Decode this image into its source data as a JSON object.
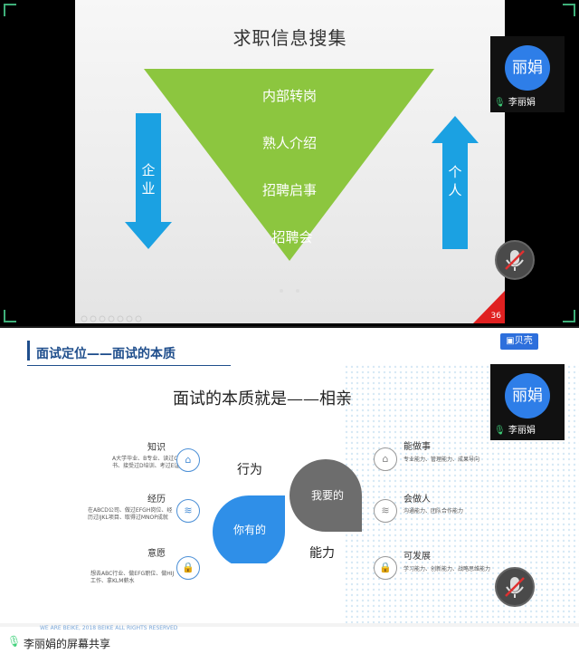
{
  "slide1": {
    "title": "求职信息搜集",
    "triangle_items": [
      "内部转岗",
      "熟人介绍",
      "招聘启事",
      "招聘会"
    ],
    "left_arrow_label": "企业",
    "right_arrow_label": "个人",
    "slide_number": "36",
    "colors": {
      "triangle": "#8cc63f",
      "arrow": "#1ba1e2",
      "accent": "#e02020"
    }
  },
  "participant": {
    "avatar_text": "丽娟",
    "name": "李丽娟"
  },
  "slide2": {
    "header": "面试定位——面试的本质",
    "logo_text": "贝壳",
    "title": "面试的本质就是——相亲",
    "left": [
      {
        "label": "知识",
        "desc": "A大学毕业、B专业、读过C书、接受过D培训、考过E证"
      },
      {
        "label": "经历",
        "desc": "在ABCD公司、做过EFGH岗位、经历过IJKL项目、取得过MNOP成就"
      },
      {
        "label": "意愿",
        "desc": "想去ABC行业、做EFG职位、做HIJ工作、拿KLM薪水"
      }
    ],
    "right": [
      {
        "label": "能做事",
        "desc": "专业能力、管理能力、成果导向"
      },
      {
        "label": "会做人",
        "desc": "沟通能力、团队合作能力"
      },
      {
        "label": "可发展",
        "desc": "学习能力、创新能力、战略思维能力"
      }
    ],
    "center": {
      "you_have": "你有的",
      "i_want": "我要的",
      "behavior": "行为",
      "ability": "能力"
    },
    "footer": "WE ARE BEIKE, 2018 BEIKE ALL RIGHTS RESERVED"
  },
  "share_bar": {
    "text": "李丽娟的屏幕共享"
  }
}
